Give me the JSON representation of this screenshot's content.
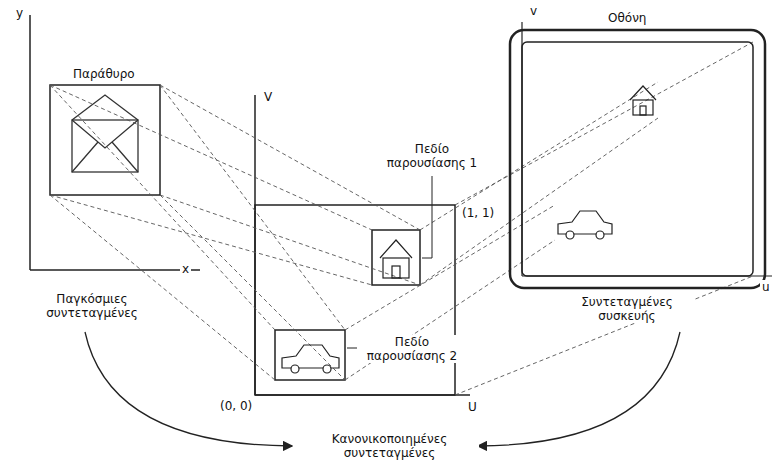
{
  "diagram": {
    "nodes": [
      {
        "text": [
          "Παράθυρο"
        ]
      },
      {
        "text": [
          "Οθόνη"
        ]
      }
    ],
    "labels": [
      "y",
      "x",
      "Παγκόσμιες συντεταγμένες",
      "V",
      "U",
      "(0, 0)",
      "(1, 1)",
      "Πεδίο παρουσίασης 1",
      "Πεδίο παρουσίασης 2",
      "v",
      "u",
      "Συντεταγμένες συσκευής",
      "Κανονικοποιημένες συντεταγμένες"
    ]
  }
}
